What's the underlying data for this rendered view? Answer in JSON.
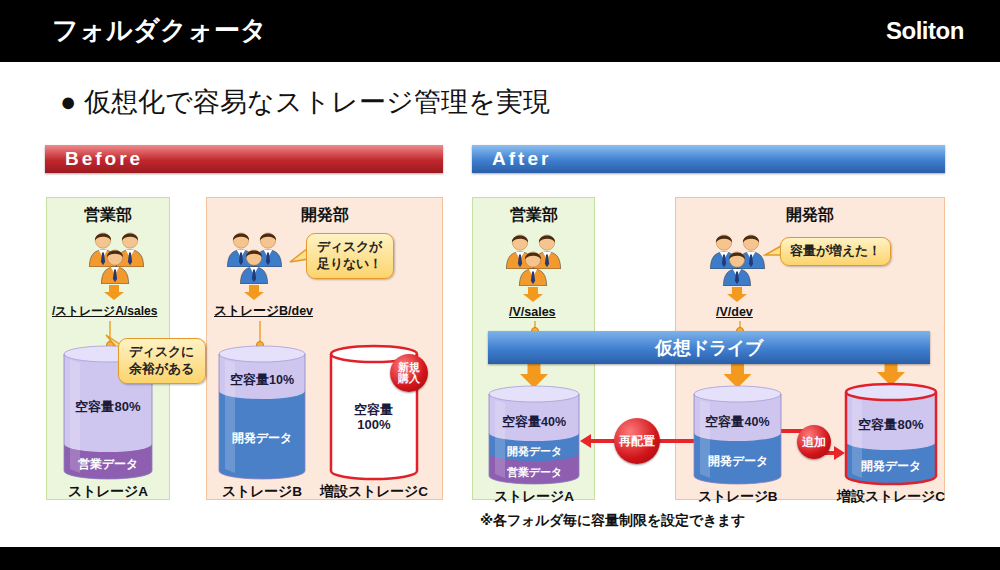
{
  "diagram": {
    "title": "フォルダクォータ",
    "nodes": [
      {
        "text": [
          "Before"
        ]
      },
      {
        "text": [
          "営業部"
        ]
      },
      {
        "text": [
          "ディスクに 余裕がある"
        ]
      },
      {
        "text": [
          "空容量80%",
          "営業データ",
          "ストレージA"
        ],
        "in": 1
      },
      {
        "text": [
          "開発部"
        ]
      },
      {
        "text": [
          "ディスクが 足りない！"
        ],
        "in": 4
      },
      {
        "text": [
          "空容量10%",
          "開発データ",
          "ストレージB"
        ],
        "in": 4
      },
      {
        "text": [
          "空容量 100%",
          "増設ストレージC"
        ],
        "in": 4
      },
      {
        "text": [
          "新規 購入"
        ],
        "in": 7
      },
      {
        "text": [
          "After"
        ]
      },
      {
        "text": [
          "営業部"
        ]
      },
      {
        "text": [
          "開発部"
        ]
      },
      {
        "text": [
          "容量が増えた！"
        ],
        "in": 11
      },
      {
        "text": [
          "仮想ドライブ"
        ]
      },
      {
        "text": [
          "空容量40%",
          "開発データ",
          "営業データ",
          "ストレージA"
        ],
        "in": 10
      },
      {
        "text": [
          "空容量40%",
          "開発データ",
          "ストレージB"
        ],
        "in": 11
      },
      {
        "text": [
          "空容量80%",
          "開発データ",
          "増設ストレージC"
        ],
        "in": 11
      }
    ],
    "edges": [
      {
        "from": 13,
        "to": 14,
        "arrow": "to"
      },
      {
        "from": 13,
        "to": 15,
        "arrow": "to"
      },
      {
        "from": 13,
        "to": 16,
        "arrow": "to"
      },
      {
        "from": 15,
        "to": 14,
        "label": "再配置",
        "arrow": "to"
      },
      {
        "from": 15,
        "to": 16,
        "label": "追加",
        "arrow": "to"
      }
    ],
    "labels": [
      "Soliton",
      "● 仮想化で容易なストレージ管理を実現",
      "/ストレージA/sales",
      "ストレージB/dev",
      "/V/sales",
      "/V/dev",
      "※各フォルダ毎に容量制限を設定できます"
    ]
  }
}
